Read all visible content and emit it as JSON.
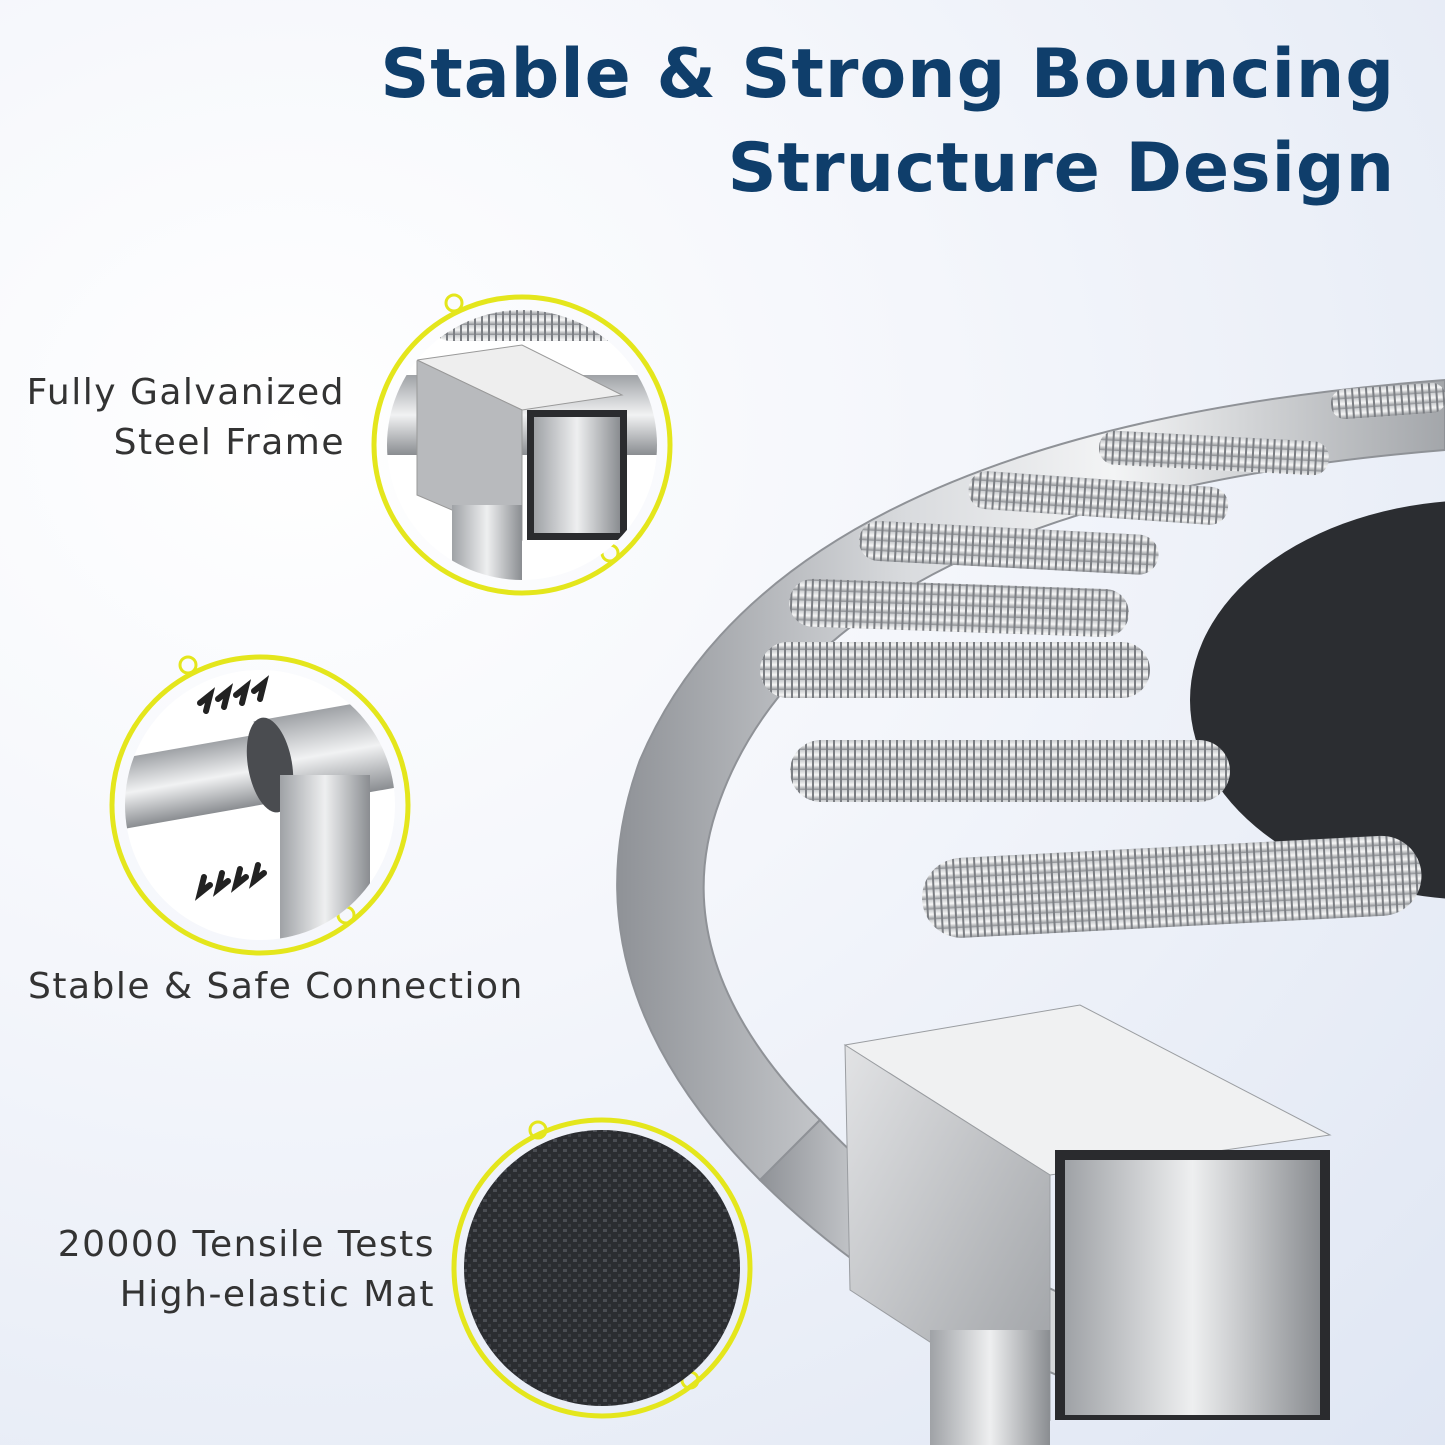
{
  "title": {
    "line1": "Stable & Strong Bouncing",
    "line2": "Structure Design"
  },
  "features": [
    {
      "line1": "Fully Galvanized",
      "line2": "Steel Frame"
    },
    {
      "line1": "Stable & Safe Connection"
    },
    {
      "line1": "20000 Tensile Tests",
      "line2": "High-elastic Mat"
    }
  ],
  "colors": {
    "title": "#0f3e6b",
    "accent_ring": "#e4e61c",
    "label_text": "#333333",
    "mat": "#2b2d31"
  },
  "icons": [
    "trampoline-illustration",
    "frame-joint-closeup",
    "tube-connection-closeup",
    "mat-texture-closeup",
    "arrows-icon"
  ]
}
